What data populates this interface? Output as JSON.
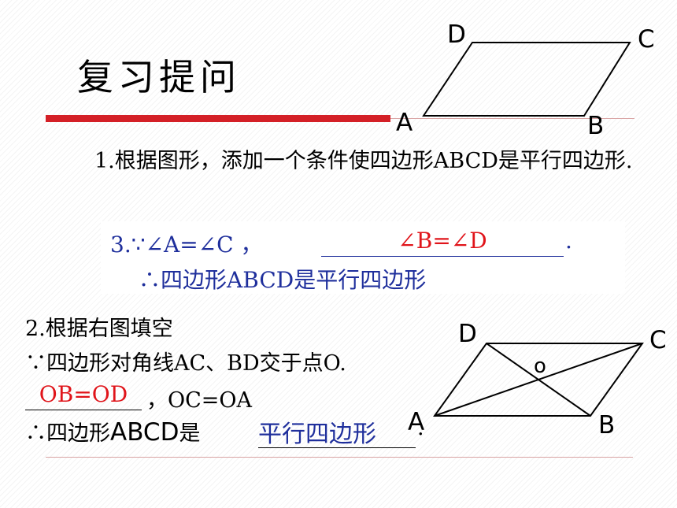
{
  "title": "复习提问",
  "figure1": {
    "label_a": "A",
    "label_b": "B",
    "label_c": "C",
    "label_d": "D"
  },
  "question1": {
    "text": "1.根据图形，添加一个条件使四边形ABCD是平行四边形."
  },
  "answer1": {
    "line1_prefix": "3.∵∠A=∠C ，",
    "blank": "∠B=∠D",
    "line1_suffix": ".",
    "line2": "∴四边形ABCD是平行四边形"
  },
  "question2": {
    "line1": "2.根据右图填空",
    "line2": "∵四边形对角线AC、BD交于点O.",
    "blank1": "OB=OD",
    "line3_suffix": "，OC=OA",
    "line4_prefix_1": "∴四边形",
    "line4_abcd": "ABCD",
    "line4_prefix_2": "是",
    "blank2": "平行四边形",
    "line4_suffix": "."
  },
  "figure2": {
    "label_a": "A",
    "label_b": "B",
    "label_c": "C",
    "label_d": "D",
    "label_o": "o"
  }
}
